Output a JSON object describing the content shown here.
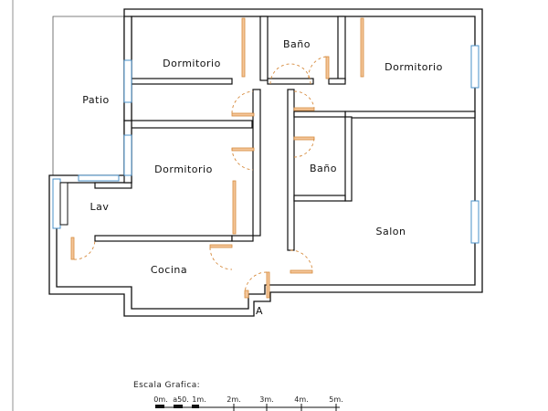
{
  "rooms": {
    "dormitorio_1": "Dormitorio",
    "dormitorio_2": "Dormitorio",
    "dormitorio_3": "Dormitorio",
    "bano_1": "Baño",
    "bano_2": "Baño",
    "patio": "Patio",
    "lav": "Lav",
    "cocina": "Cocina",
    "salon": "Salon"
  },
  "entrance_label": "A",
  "scale": {
    "title": "Escala Grafica:",
    "ticks": [
      "0m.",
      "a50.",
      "1m.",
      "2m.",
      "3m.",
      "4m.",
      "5m."
    ]
  },
  "colors": {
    "walls": "#111111",
    "doors": "#d68a3c",
    "windows": "#4a90c8"
  }
}
